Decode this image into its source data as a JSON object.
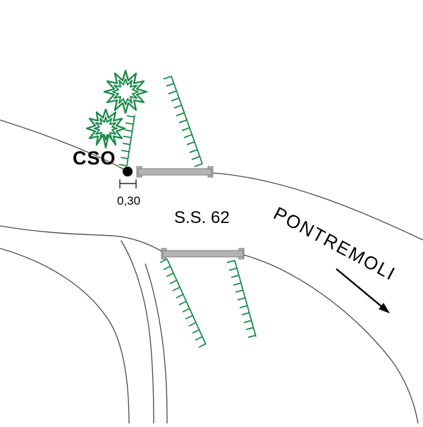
{
  "map": {
    "labels": {
      "point_name": "CSO",
      "dimension": "0,30",
      "road_name": "S.S. 62",
      "destination": "PONTREMOLI"
    },
    "symbols": {
      "point_marker": "filled-black-circle",
      "guardrail_bars": 2,
      "trees": 2,
      "slope_hatch_lines": 4,
      "direction_arrow": "toward lower-right (direction of PONTREMOLI)"
    },
    "colors": {
      "vegetation_green": "#1f8a4c",
      "guardrail_gray": "#b3b3b3",
      "guardrail_border": "#7f7f7f",
      "road_line_gray": "#4a4a4a",
      "text_black": "#000000",
      "background": "#ffffff"
    }
  }
}
